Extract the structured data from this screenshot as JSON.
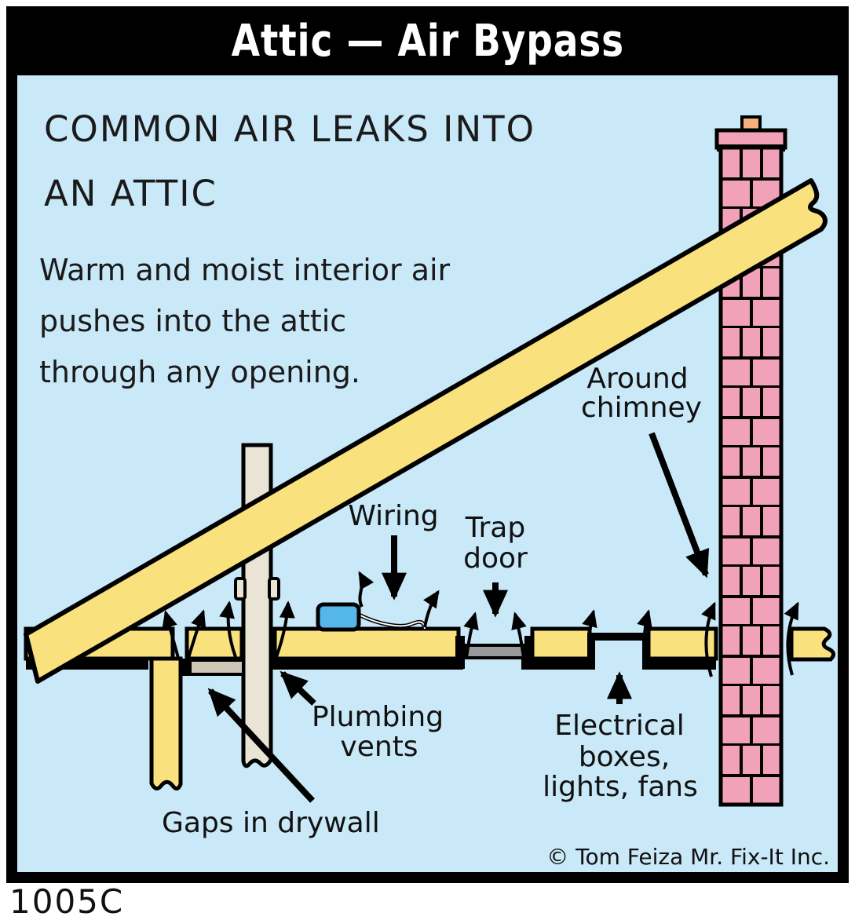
{
  "title": "Attic — Air Bypass",
  "figure_id": "1005C",
  "copyright": "© Tom Feiza Mr. Fix-It Inc.",
  "heading_lines": [
    "COMMON AIR LEAKS INTO",
    "AN ATTIC"
  ],
  "description_lines": [
    "Warm and moist interior air",
    "pushes into the attic",
    "through any opening."
  ],
  "labels": {
    "wiring": "Wiring",
    "trap_door": [
      "Trap",
      "door"
    ],
    "around_chimney": [
      "Around",
      "chimney"
    ],
    "plumbing_vents": [
      "Plumbing",
      "vents"
    ],
    "electrical_boxes": [
      "Electrical",
      "boxes,",
      "lights, fans"
    ],
    "gaps_in_drywall": "Gaps in drywall"
  },
  "colors": {
    "background_blue": "#c9e8f8",
    "frame_black": "#000000",
    "title_text": "#ffffff",
    "wood_yellow": "#f9e17e",
    "brick_pink": "#f2a2b8",
    "pipe_beige": "#eae4d5",
    "drywall_tan": "#cdc6b6",
    "trap_door_gray": "#98999b",
    "junction_box_blue": "#55b7e9",
    "flue_orange": "#f7b07c",
    "line_black": "#000000"
  }
}
